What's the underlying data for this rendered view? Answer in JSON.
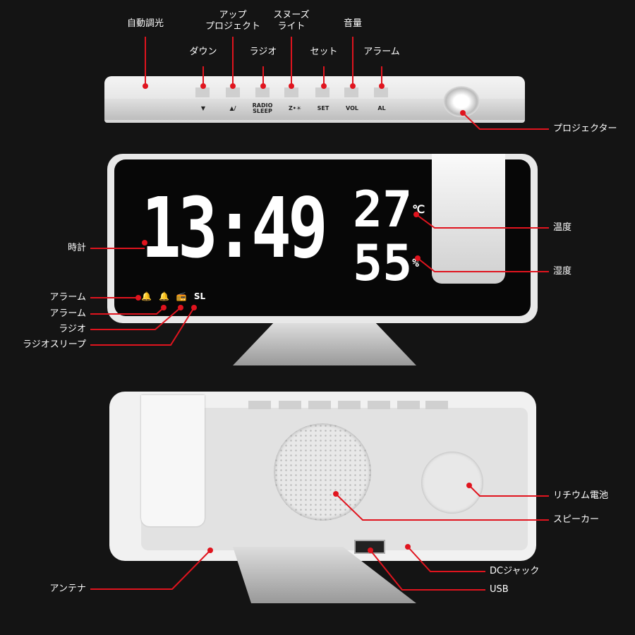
{
  "top_labels": {
    "auto_dimming": "自動調光",
    "down": "ダウン",
    "up_projector_1": "アップ",
    "up_projector_2": "プロジェクト",
    "radio": "ラジオ",
    "snooze_1": "スヌーズ",
    "snooze_2": "ライト",
    "set": "セット",
    "volume": "音量",
    "alarm": "アラーム",
    "projector": "プロジェクター"
  },
  "buttons": {
    "down": "▼",
    "up": "▲/",
    "radio_1": "RADIO",
    "radio_2": "SLEEP",
    "snooze": "Z•☀",
    "set": "SET",
    "vol": "VOL",
    "al": "AL"
  },
  "display": {
    "time": "13:49",
    "temperature": "27",
    "temperature_unit": "℃",
    "humidity": "55",
    "humidity_unit": "%",
    "alarm1_icon": "bell-1",
    "alarm2_icon": "bell-2",
    "radio_icon": "radio",
    "sleep": "SL"
  },
  "front_labels": {
    "temperature": "温度",
    "humidity": "湿度",
    "clock": "時計",
    "alarm1": "アラーム",
    "alarm2": "アラーム",
    "radio": "ラジオ",
    "radio_sleep": "ラジオスリープ"
  },
  "back_labels": {
    "battery": "リチウム電池",
    "speaker": "スピーカー",
    "dc_jack": "DCジャック",
    "usb": "USB",
    "antenna": "アンテナ"
  },
  "colors": {
    "leader": "#e0141e",
    "background": "#141414",
    "device": "#eeeeee"
  }
}
